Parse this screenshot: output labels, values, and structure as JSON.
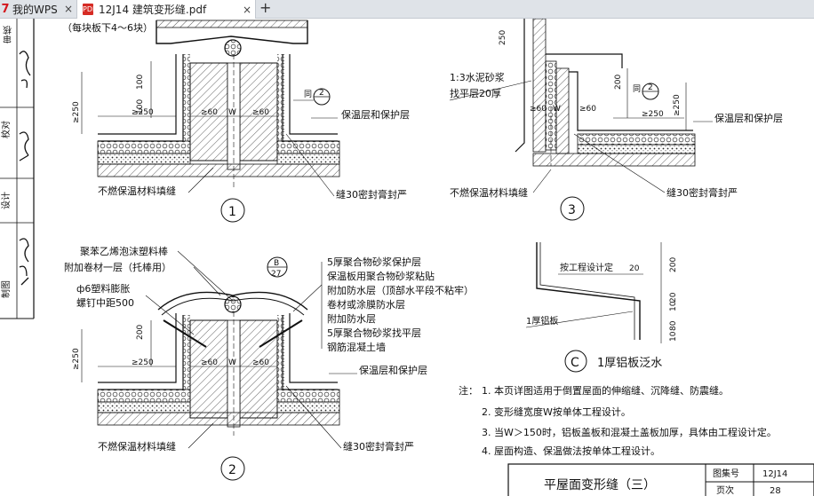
{
  "tabs": [
    {
      "icon": "wps-logo-icon",
      "label": "我的WPS",
      "close": "×"
    },
    {
      "icon": "pdf-file-icon",
      "label": "12J14 建筑变形缝.pdf",
      "close": "×"
    }
  ],
  "new_tab_symbol": "+",
  "side_column": {
    "labels": [
      "审核",
      "校对",
      "设计",
      "制图"
    ]
  },
  "drawing": {
    "d1": {
      "top_note": "（每块板下4～6块）",
      "dims": [
        "100",
        "100",
        "≥250",
        "≥250",
        "≥60",
        "W",
        "≥60"
      ],
      "callout_tag": "2",
      "callout_prefix": "同",
      "right_label": "保温层和保护层",
      "left_bottom_label": "不燃保温材料填缝",
      "right_bottom_label": "缝30密封膏封严",
      "number": "1"
    },
    "d3": {
      "dims": [
        "250",
        "200",
        "≥250",
        "≥250",
        "≥60",
        "W",
        "≥60"
      ],
      "left_label_1": "1:3水泥砂浆",
      "left_label_2": "找平层20厚",
      "callout_tag": "2",
      "callout_prefix": "同",
      "right_label": "保温层和保护层",
      "left_bottom_label": "不燃保温材料填缝",
      "right_bottom_label": "缝30密封膏封严",
      "number": "3"
    },
    "d2": {
      "left_labels": [
        "聚苯乙烯泡沫塑料棒",
        "附加卷材一层（托棒用）",
        "ф6塑料膨胀",
        "螺钉中距500"
      ],
      "ref_top": "B",
      "ref_bottom": "27",
      "right_labels": [
        "5厚聚合物砂浆保护层",
        "保温板用聚合物砂浆粘贴",
        "附加防水层（顶部水平段不粘牢）",
        "卷材或涂膜防水层",
        "附加防水层",
        "5厚聚合物砂浆找平层",
        "钢筋混凝土墙"
      ],
      "dims": [
        "200",
        "≥250",
        "≥250",
        "≥60",
        "W",
        "≥60"
      ],
      "right_label": "保温层和保护层",
      "left_bottom_label": "不燃保温材料填缝",
      "right_bottom_label": "缝30密封膏封严",
      "number": "2"
    },
    "dc": {
      "label_top": "按工程设计定",
      "label_plate": "1厚铝板",
      "dims": [
        "20",
        "200",
        "20",
        "10",
        "80",
        "10"
      ],
      "symbol": "C",
      "title": "1厚铝板泛水"
    },
    "notes": {
      "prefix": "注：",
      "items": [
        "1. 本页详图适用于倒置屋面的伸缩缝、沉降缝、防震缝。",
        "2. 变形缝宽度W按单体工程设计。",
        "3. 当W＞150时，铝板盖板和混凝土盖板加厚，具体由工程设计定。",
        "4. 屋面构造、保温做法按单体工程设计。"
      ]
    },
    "titleblock": {
      "title": "平屋面变形缝（三）",
      "atlas_label": "图集号",
      "atlas_value": "12J14",
      "page_label": "页次",
      "page_value": "28"
    }
  }
}
